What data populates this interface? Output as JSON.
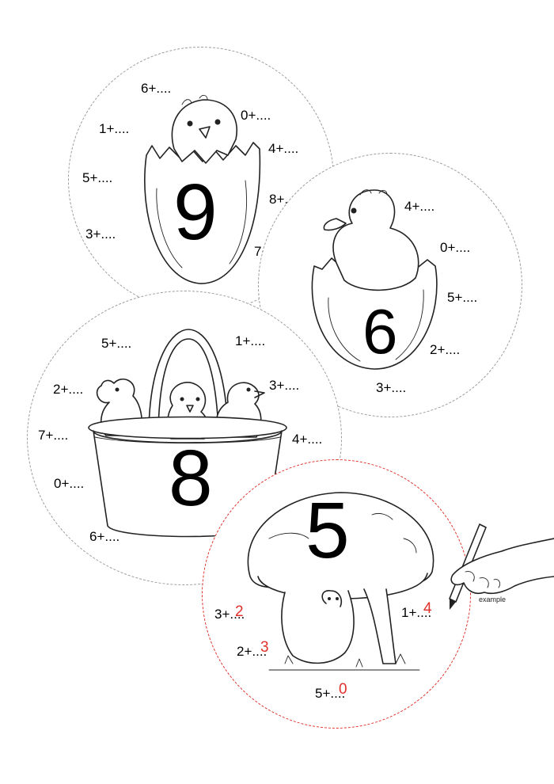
{
  "circles": [
    {
      "id": "nine",
      "number": "9",
      "equations": [
        "6+....",
        "0+....",
        "1+....",
        "4+....",
        "5+....",
        "8+....",
        "3+....",
        "7+...."
      ]
    },
    {
      "id": "six",
      "number": "6",
      "equations": [
        "4+....",
        "0+....",
        "5+....",
        "2+....",
        "3+...."
      ]
    },
    {
      "id": "eight",
      "number": "8",
      "equations": [
        "5+....",
        "1+....",
        "2+....",
        "3+....",
        "7+....",
        "4+....",
        "0+....",
        "6+...."
      ]
    },
    {
      "id": "five",
      "number": "5",
      "equations": [
        {
          "text": "3+....",
          "answer": "2"
        },
        {
          "text": "1+....",
          "answer": "4"
        },
        {
          "text": "2+....",
          "answer": "3"
        },
        {
          "text": "5+....",
          "answer": "0"
        }
      ]
    }
  ],
  "example_label": "example",
  "colors": {
    "answer": "#e0302a",
    "dashed_border": "#9a9a9a",
    "example_border": "#e0302a"
  },
  "icons": [
    "chick-in-egg-icon",
    "duckling-in-egg-icon",
    "chicks-in-basket-icon",
    "mushroom-icon",
    "hand-with-pencil-icon"
  ]
}
